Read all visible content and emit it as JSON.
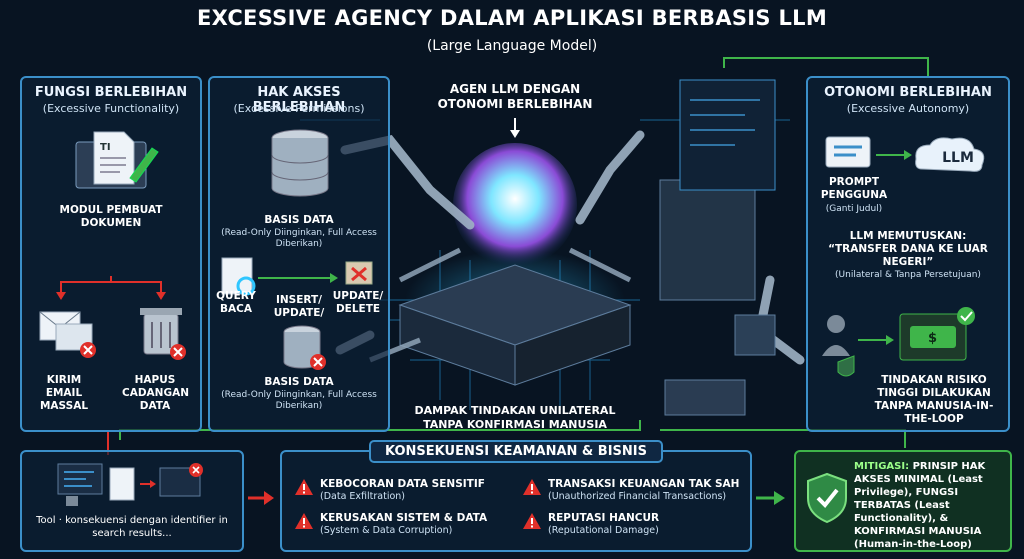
{
  "title": "EXCESSIVE AGENCY DALAM APLIKASI BERBASIS LLM",
  "subtitle": "(Large Language Model)",
  "colors": {
    "background": "#081422",
    "panel_border": "#3b8fc9",
    "danger": "#e0302a",
    "success": "#3fb54a",
    "accent": "#2fc6ff"
  },
  "panel_functionality": {
    "title": "FUNGSI BERLEBIHAN",
    "subtitle": "(Excessive Functionality)",
    "doc_icon_text": "TI",
    "module_label": "MODUL PEMBUAT DOKUMEN",
    "send_label": "KIRIM EMAIL MASSAL",
    "delete_label": "HAPUS CADANGAN DATA"
  },
  "panel_permissions": {
    "title": "HAK AKSES BERLEBIHAN",
    "subtitle": "(Excessive Permissions)",
    "db_top_label": "BASIS DATA",
    "db_top_sub": "(Read-Only Diinginkan, Full Access Diberikan)",
    "query_label": "QUERY BACA",
    "insert_label": "INSERT/ UPDATE/",
    "update_label": "UPDATE/ DELETE",
    "db_bottom_label": "BASIS DATA",
    "db_bottom_sub": "(Read-Only Diinginkan, Full Access Diberikan)"
  },
  "center": {
    "agent_label": "AGEN LLM DENGAN OTONOMI BERLEBIHAN",
    "impact_label": "DAMPAK TINDAKAN UNILATERAL TANPA KONFIRMASI MANUSIA"
  },
  "panel_autonomy": {
    "title": "OTONOMI BERLEBIHAN",
    "subtitle": "(Excessive Autonomy)",
    "prompt_label": "PROMPT PENGGUNA",
    "prompt_sub": "(Ganti Judul)",
    "llm_label": "LLM",
    "decision_label": "LLM MEMUTUSKAN: “TRANSFER DANA KE LUAR NEGERI”",
    "decision_sub": "(Unilateral & Tanpa Persetujuan)",
    "risk_label": "TINDAKAN RISIKO TINGGI DILAKUKAN TANPA MANUSIA-IN-THE-LOOP"
  },
  "bottom_left": {
    "caption": "Tool · konsekuensi dengan identifier in search results..."
  },
  "consequences": {
    "title": "KONSEKUENSI KEAMANAN & BISNIS",
    "items": [
      {
        "title": "KEBOCORAN DATA SENSITIF",
        "sub": "(Data Exfiltration)"
      },
      {
        "title": "TRANSAKSI KEUANGAN TAK SAH",
        "sub": "(Unauthorized Financial Transactions)"
      },
      {
        "title": "KERUSAKAN SISTEM & DATA",
        "sub": "(System & Data Corruption)"
      },
      {
        "title": "REPUTASI HANCUR",
        "sub": "(Reputational Damage)"
      }
    ]
  },
  "mitigation": {
    "prefix": "MITIGASI:",
    "text": "PRINSIP HAK AKSES MINIMAL (Least Privilege), FUNGSI TERBATAS (Least Functionality), & KONFIRMASI MANUSIA (Human-in-the-Loop)"
  }
}
